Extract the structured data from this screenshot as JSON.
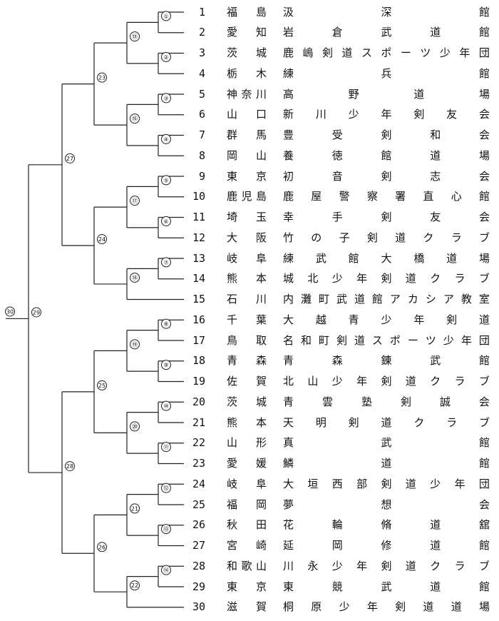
{
  "entries": [
    {
      "no": "1",
      "pref": "福島",
      "club": "汲深館"
    },
    {
      "no": "2",
      "pref": "愛知",
      "club": "岩倉武道館"
    },
    {
      "no": "3",
      "pref": "茨城",
      "club": "鹿嶋剣道スポーツ少年団"
    },
    {
      "no": "4",
      "pref": "栃木",
      "club": "練兵館"
    },
    {
      "no": "5",
      "pref": "神奈川",
      "club": "高野道場"
    },
    {
      "no": "6",
      "pref": "山口",
      "club": "新川少年剣友会"
    },
    {
      "no": "7",
      "pref": "群馬",
      "club": "豊受剣和会"
    },
    {
      "no": "8",
      "pref": "岡山",
      "club": "養徳館道場"
    },
    {
      "no": "9",
      "pref": "東京",
      "club": "初音剣志会"
    },
    {
      "no": "10",
      "pref": "鹿児島",
      "club": "鹿屋警察署直心館"
    },
    {
      "no": "11",
      "pref": "埼玉",
      "club": "幸手剣友会"
    },
    {
      "no": "12",
      "pref": "大阪",
      "club": "竹の子剣道クラブ"
    },
    {
      "no": "13",
      "pref": "岐阜",
      "club": "練武館大橋道場"
    },
    {
      "no": "14",
      "pref": "熊本",
      "club": "城北少年剣道クラブ"
    },
    {
      "no": "15",
      "pref": "石川",
      "club": "内灘町武道館アカシア教室"
    },
    {
      "no": "16",
      "pref": "千葉",
      "club": "大越青少年剣道"
    },
    {
      "no": "17",
      "pref": "鳥取",
      "club": "名和町剣道スポーツ少年団"
    },
    {
      "no": "18",
      "pref": "青森",
      "club": "青森錬武館"
    },
    {
      "no": "19",
      "pref": "佐賀",
      "club": "北山少年剣道クラブ"
    },
    {
      "no": "20",
      "pref": "茨城",
      "club": "青雲塾剣誠会"
    },
    {
      "no": "21",
      "pref": "熊本",
      "club": "天明剣道クラブ"
    },
    {
      "no": "22",
      "pref": "山形",
      "club": "真武館"
    },
    {
      "no": "23",
      "pref": "愛媛",
      "club": "鱗道館"
    },
    {
      "no": "24",
      "pref": "岐阜",
      "club": "大垣西部剣道少年団"
    },
    {
      "no": "25",
      "pref": "福岡",
      "club": "夢想会"
    },
    {
      "no": "26",
      "pref": "秋田",
      "club": "花輪脩道舘"
    },
    {
      "no": "27",
      "pref": "宮崎",
      "club": "延岡修道館"
    },
    {
      "no": "28",
      "pref": "和歌山",
      "club": "川永少年剣道クラブ"
    },
    {
      "no": "29",
      "pref": "東京",
      "club": "東競武道館"
    },
    {
      "no": "30",
      "pref": "滋賀",
      "club": "桐原少年剣道道場"
    }
  ],
  "matches": [
    {
      "no": "1",
      "label": "①"
    },
    {
      "no": "2",
      "label": "②"
    },
    {
      "no": "3",
      "label": "③"
    },
    {
      "no": "4",
      "label": "④"
    },
    {
      "no": "5",
      "label": "⑤"
    },
    {
      "no": "6",
      "label": "⑥"
    },
    {
      "no": "7",
      "label": "⑦"
    },
    {
      "no": "8",
      "label": "⑧"
    },
    {
      "no": "9",
      "label": "⑨"
    },
    {
      "no": "10",
      "label": "⑩"
    },
    {
      "no": "11",
      "label": "⑪"
    },
    {
      "no": "12",
      "label": "⑫"
    },
    {
      "no": "13",
      "label": "⑬"
    },
    {
      "no": "14",
      "label": "⑭"
    },
    {
      "no": "15",
      "label": "⑮"
    },
    {
      "no": "16",
      "label": "⑯"
    },
    {
      "no": "17",
      "label": "⑰"
    },
    {
      "no": "18",
      "label": "⑱"
    },
    {
      "no": "19",
      "label": "⑲"
    },
    {
      "no": "20",
      "label": "⑳"
    },
    {
      "no": "21",
      "label": "21"
    },
    {
      "no": "22",
      "label": "22"
    },
    {
      "no": "23",
      "label": "23"
    },
    {
      "no": "24",
      "label": "24"
    },
    {
      "no": "25",
      "label": "25"
    },
    {
      "no": "26",
      "label": "26"
    },
    {
      "no": "27",
      "label": "27"
    },
    {
      "no": "28",
      "label": "28"
    },
    {
      "no": "29",
      "label": "29"
    },
    {
      "no": "30",
      "label": "30"
    }
  ]
}
